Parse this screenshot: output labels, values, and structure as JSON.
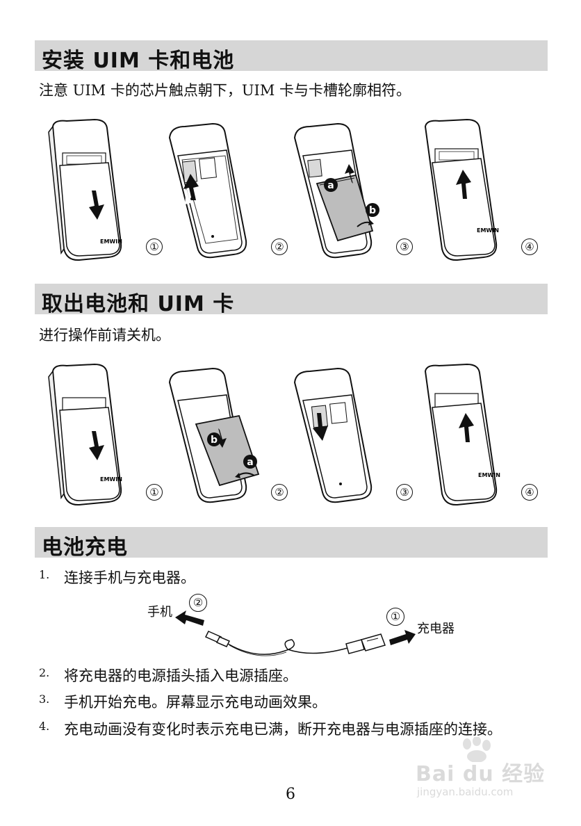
{
  "sections": [
    {
      "title": "安装 UIM 卡和电池",
      "note": "注意 UIM 卡的芯片触点朝下，UIM 卡与卡槽轮廓相符。",
      "steps": [
        "①",
        "②",
        "③",
        "④"
      ]
    },
    {
      "title": "取出电池和 UIM 卡",
      "note": "进行操作前请关机。",
      "steps": [
        "①",
        "②",
        "③",
        "④"
      ]
    },
    {
      "title": "电池充电"
    }
  ],
  "markers": {
    "a": "a",
    "b": "b"
  },
  "phone_brand": "EMWIN",
  "charging": {
    "diagram": {
      "phone_label": "手机",
      "charger_label": "充电器",
      "step1": "①",
      "step2": "②"
    },
    "items": [
      {
        "num": "1.",
        "text": "连接手机与充电器。"
      },
      {
        "num": "2.",
        "text": "将充电器的电源插头插入电源插座。"
      },
      {
        "num": "3.",
        "text": "手机开始充电。屏幕显示充电动画效果。"
      },
      {
        "num": "4.",
        "text": "充电动画没有变化时表示充电已满，断开充电器与电源插座的连接。"
      }
    ]
  },
  "page_number": "6",
  "watermark": {
    "brand": "Bai du 经验",
    "url": "jingyan.baidu.com"
  }
}
